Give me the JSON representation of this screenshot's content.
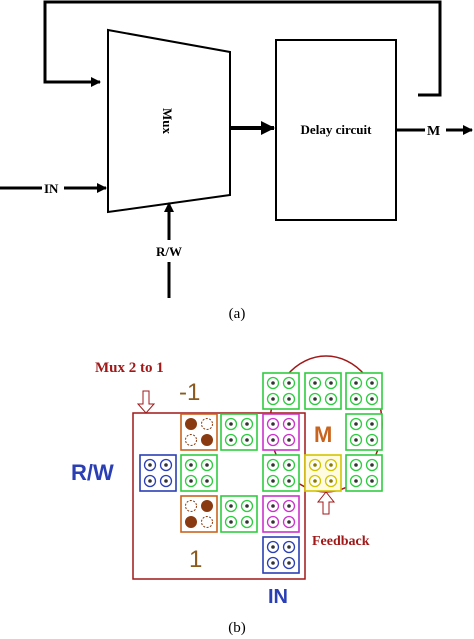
{
  "figure_a": {
    "mux_label": "Mux",
    "delay_label": "Delay circuit",
    "output_label": "M",
    "input_in_label": "IN",
    "input_rw_label": "R/W",
    "caption": "(a)"
  },
  "figure_b": {
    "mux_title": "Mux 2 to 1",
    "minus_one_label": "-1",
    "m_label": "M",
    "rw_label": "R/W",
    "one_label": "1",
    "feedback_label": "Feedback",
    "in_label": "IN",
    "caption": "(b)"
  },
  "colors": {
    "green": "#2ecc40",
    "magenta": "#cc33cc",
    "orange": "#c8641e",
    "blue": "#2b3fb5",
    "yellow": "#d4c400",
    "darkred": "#a01818"
  }
}
